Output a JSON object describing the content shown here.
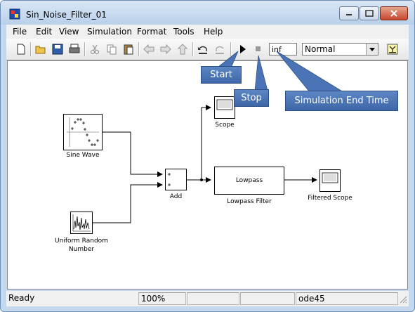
{
  "window": {
    "title": "Sin_Noise_Filter_01"
  },
  "menu": [
    "File",
    "Edit",
    "View",
    "Simulation",
    "Format",
    "Tools",
    "Help"
  ],
  "toolbar": {
    "end_time": "inf",
    "mode": "Normal"
  },
  "blocks": {
    "sine": "Sine Wave",
    "uniform": [
      "Uniform Random",
      "Number"
    ],
    "add": "Add",
    "scope": "Scope",
    "lowpass_inner": "Lowpass",
    "lowpass": "Lowpass Filter",
    "filtered_scope": "Filtered Scope"
  },
  "callouts": {
    "start": "Start",
    "stop": "Stop",
    "end_time": "Simulation End Time"
  },
  "status": {
    "text": "Ready",
    "zoom": "100%",
    "solver": "ode45"
  },
  "colors": {
    "callout": "#4a74b6",
    "titlebar": "#c4d8ee"
  }
}
